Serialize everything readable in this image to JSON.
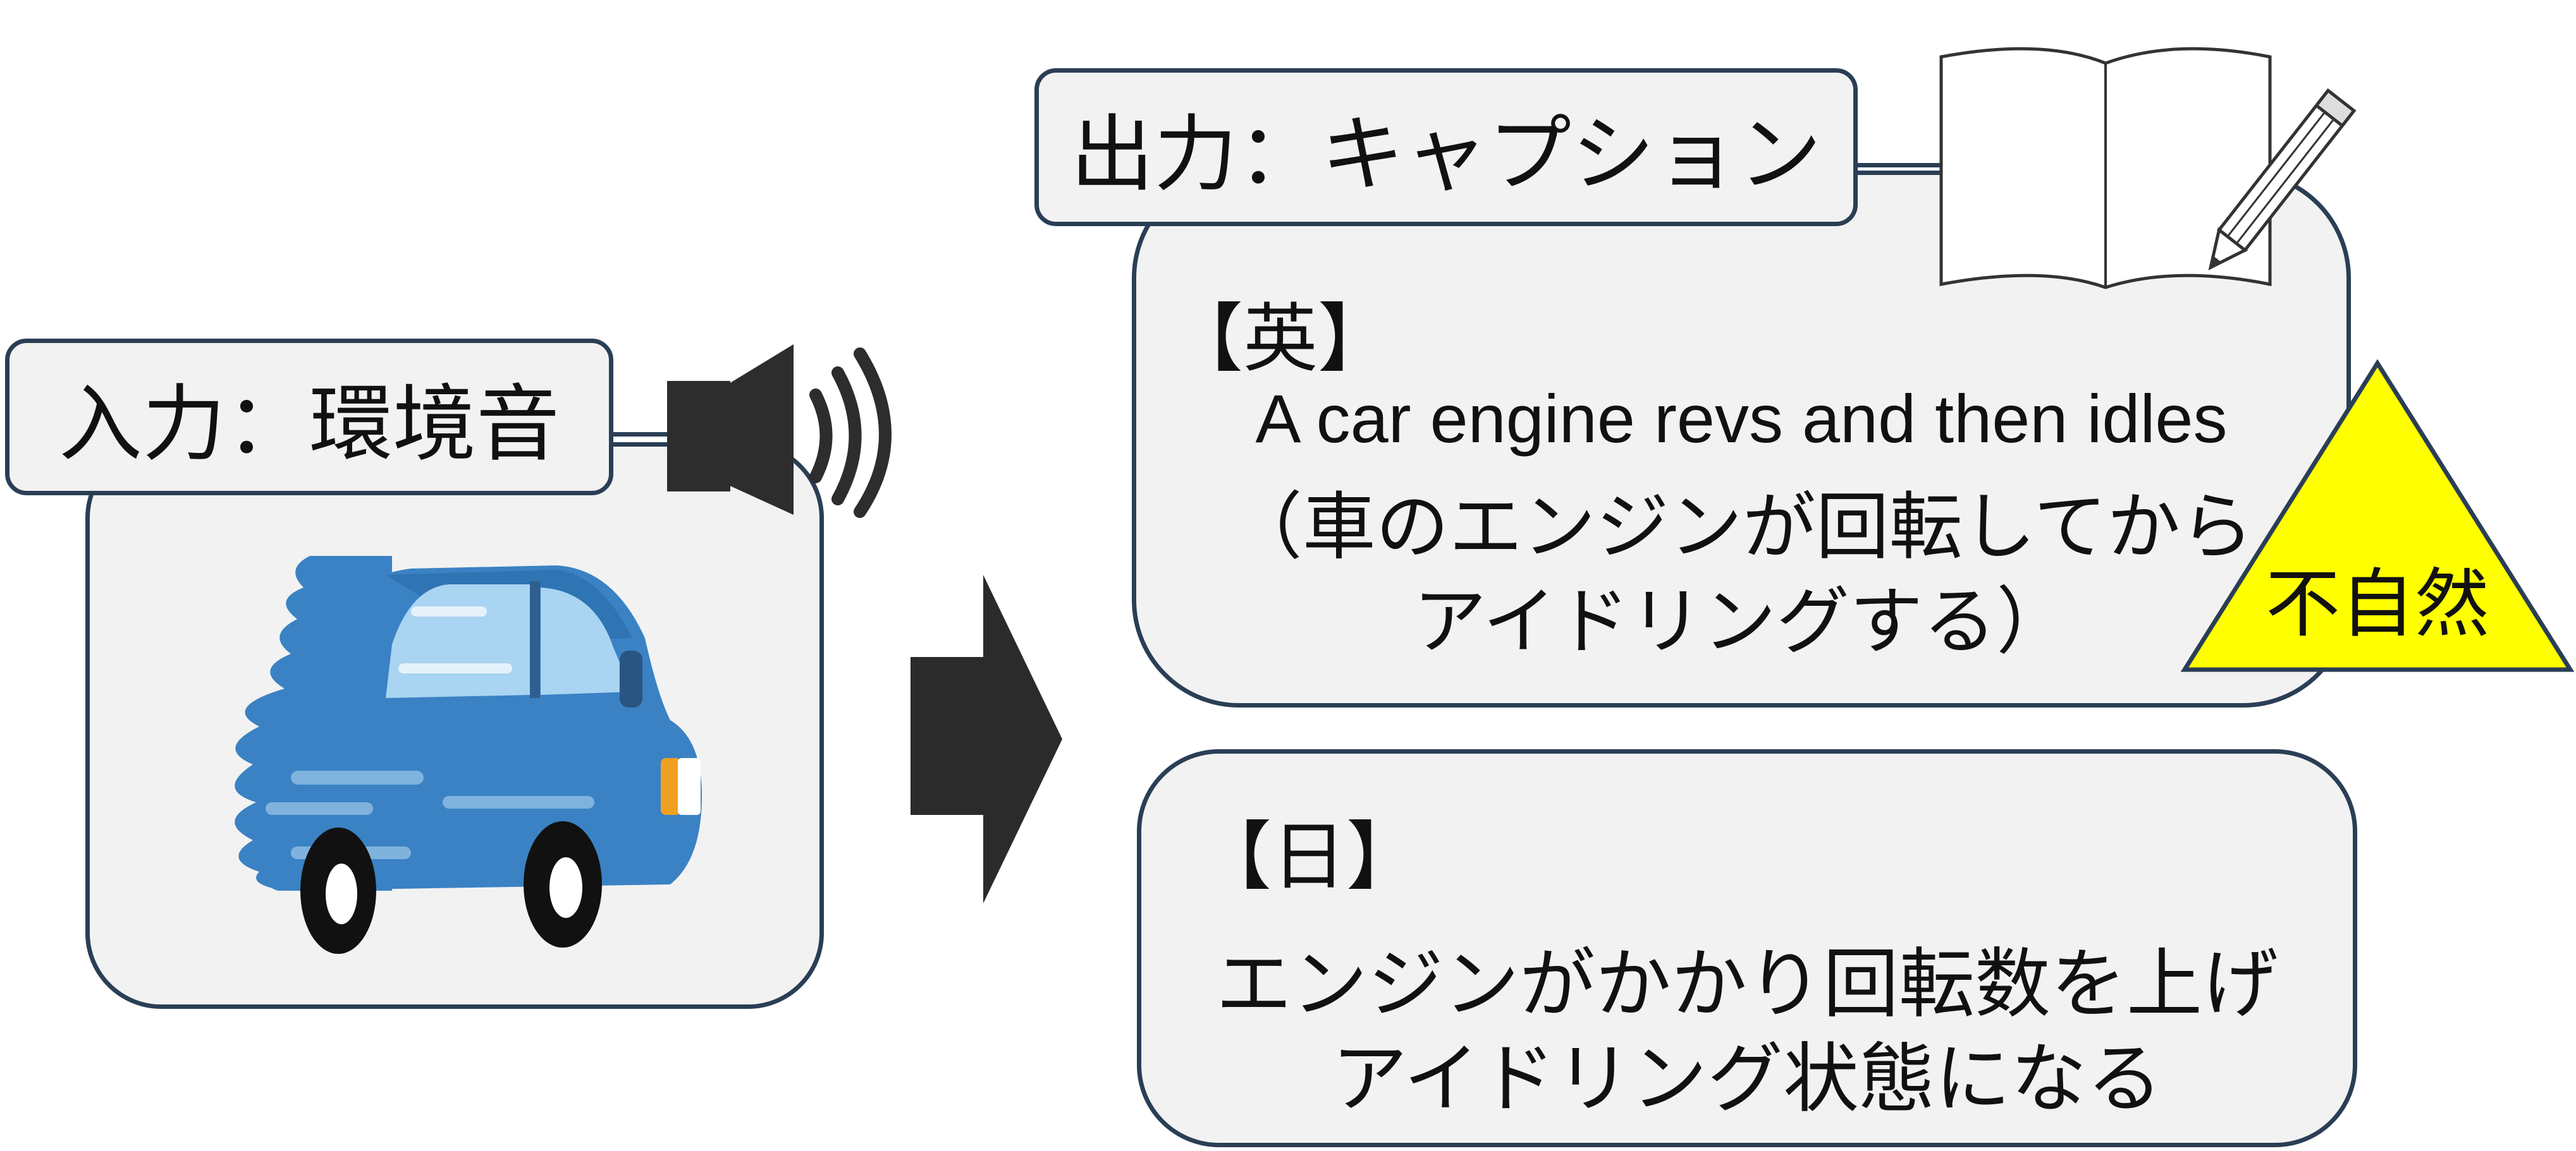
{
  "input": {
    "label": "入力：環境音",
    "icons": [
      "speaker-icon",
      "car-illustration"
    ]
  },
  "output": {
    "label": "出力：キャプション",
    "icons": [
      "notebook-pencil-icon"
    ],
    "english": {
      "tag": "【英】",
      "caption_en": "A car engine revs and then idles",
      "translation_line1": "（車のエンジンが回転してから",
      "translation_line2": "アイドリングする）"
    },
    "japanese": {
      "tag": "【日】",
      "line1": "エンジンがかかり回転数を上げ",
      "line2": "アイドリング状態になる"
    }
  },
  "warning": {
    "text": "不自然",
    "color": "#ffff00"
  },
  "colors": {
    "box_fill": "#f2f2f2",
    "box_border": "#2a3e55",
    "arrow": "#2b2b2b",
    "car_body": "#3a82c4"
  }
}
